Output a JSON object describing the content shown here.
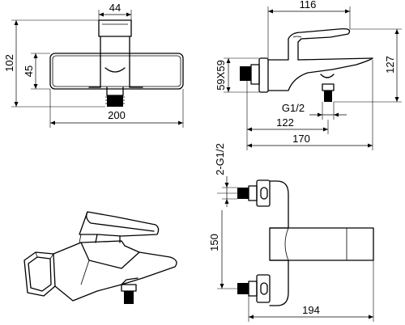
{
  "views": {
    "front": {
      "dim_spout_width": "44",
      "dim_total_height": "102",
      "dim_body_height": "45",
      "dim_total_width": "200"
    },
    "side": {
      "dim_total_depth": "116",
      "dim_flange": "59X59",
      "dim_height": "127",
      "dim_thread": "G1/2",
      "dim_outlet": "122",
      "dim_projection": "170"
    },
    "top": {
      "dim_inlet_thread": "2-G1/2",
      "dim_centers": "150",
      "dim_depth": "194"
    }
  }
}
